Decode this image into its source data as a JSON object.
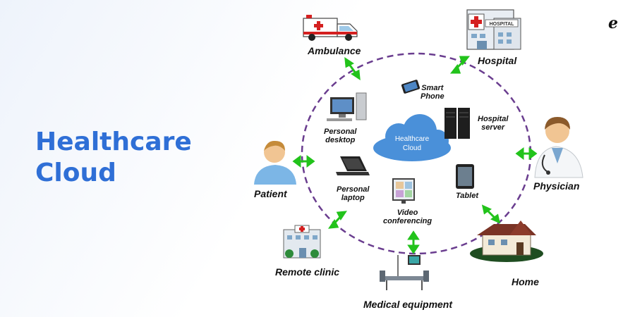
{
  "title": {
    "line1": "Healthcare",
    "line2": "Cloud"
  },
  "center": {
    "line1": "Healthcare",
    "line2": "Cloud"
  },
  "outer_nodes": {
    "ambulance": "Ambulance",
    "hospital": "Hospital",
    "physician": "Physician",
    "home": "Home",
    "medical_equipment": "Medical equipment",
    "remote_clinic": "Remote clinic",
    "patient": "Patient"
  },
  "inner_nodes": {
    "smart_phone": {
      "line1": "Smart",
      "line2": "Phone"
    },
    "hospital_server": {
      "line1": "Hospital",
      "line2": "server"
    },
    "personal_desktop": {
      "line1": "Personal",
      "line2": "desktop"
    },
    "personal_laptop": {
      "line1": "Personal",
      "line2": "laptop"
    },
    "tablet": "Tablet",
    "video_conferencing": {
      "line1": "Video",
      "line2": "conferencing"
    }
  },
  "hospital_sign": "HOSPITAL",
  "logo": "e",
  "colors": {
    "title": "#2f6fd6",
    "ring": "#6a3d8f",
    "arrows": "#22c31b",
    "cloud": "#4a90d9"
  }
}
